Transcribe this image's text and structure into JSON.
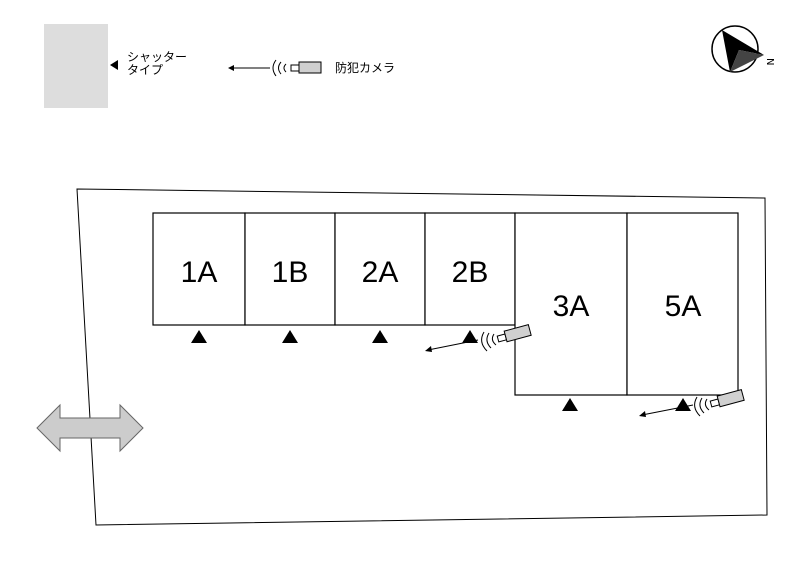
{
  "legend": {
    "shutter_line1": "シャッター",
    "shutter_line2": "タイプ",
    "camera_label": "防犯カメラ",
    "shutter_swatch_color": "#dddddd"
  },
  "compass": {
    "north_label": "N"
  },
  "units": [
    {
      "label": "1A"
    },
    {
      "label": "1B"
    },
    {
      "label": "2A"
    },
    {
      "label": "2B"
    },
    {
      "label": "3A"
    },
    {
      "label": "5A"
    }
  ],
  "colors": {
    "entrance_arrow": "#cccccc",
    "outline": "#000000",
    "shutter_swatch": "#dddddd"
  }
}
